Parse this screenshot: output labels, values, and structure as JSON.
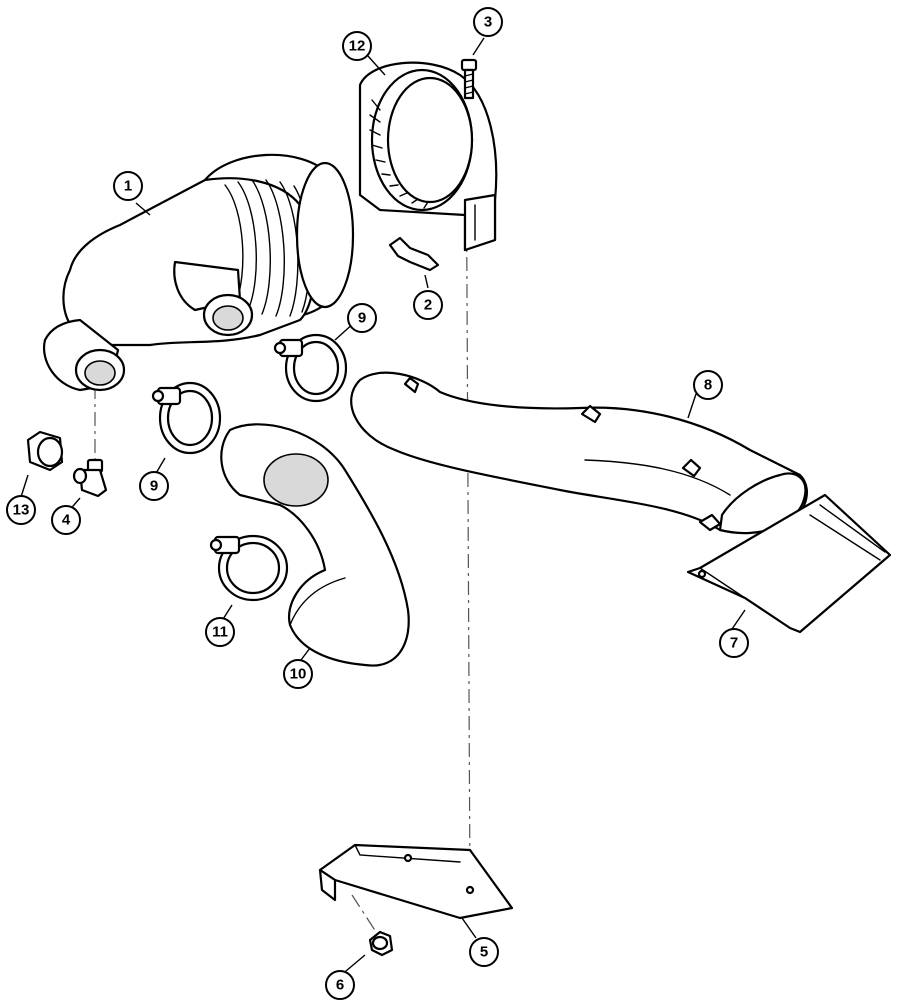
{
  "callouts": [
    {
      "id": "c1",
      "label": "1"
    },
    {
      "id": "c2",
      "label": "2"
    },
    {
      "id": "c3",
      "label": "3"
    },
    {
      "id": "c4",
      "label": "4"
    },
    {
      "id": "c5",
      "label": "5"
    },
    {
      "id": "c6",
      "label": "6"
    },
    {
      "id": "c7",
      "label": "7"
    },
    {
      "id": "c8",
      "label": "8"
    },
    {
      "id": "c9a",
      "label": "9"
    },
    {
      "id": "c9b",
      "label": "9"
    },
    {
      "id": "c10",
      "label": "10"
    },
    {
      "id": "c11",
      "label": "11"
    },
    {
      "id": "c12",
      "label": "12"
    },
    {
      "id": "c13",
      "label": "13"
    }
  ]
}
